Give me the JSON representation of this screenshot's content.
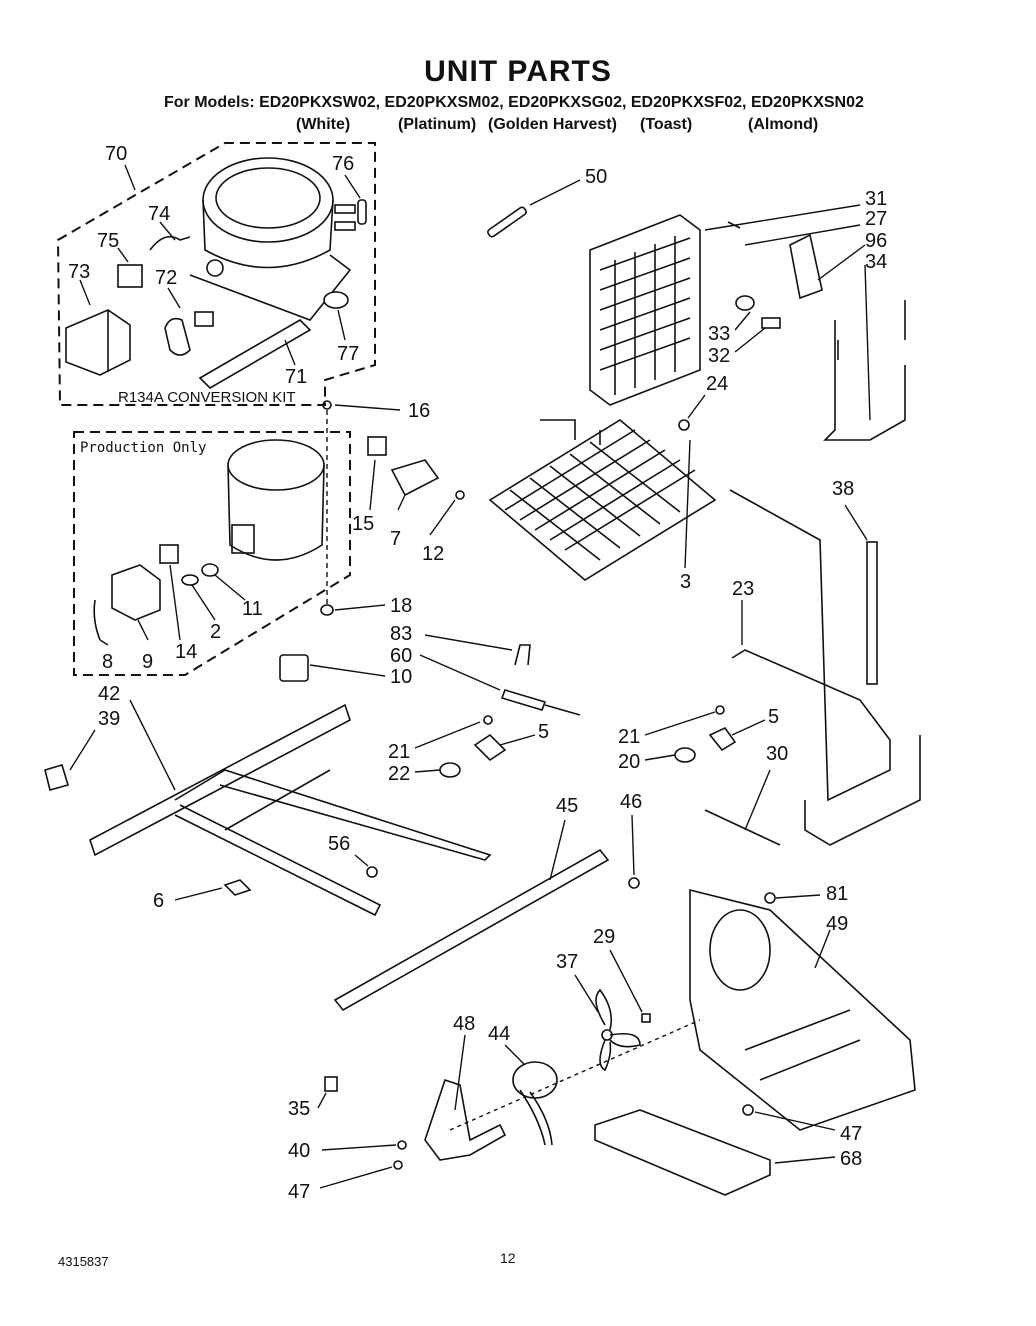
{
  "title": "UNIT PARTS",
  "models_prefix": "For Models:",
  "models": [
    {
      "code": "ED20PKXSW02,",
      "color": "(White)"
    },
    {
      "code": "ED20PKXSM02,",
      "color": "(Platinum)"
    },
    {
      "code": "ED20PKXSG02,",
      "color": "(Golden Harvest)"
    },
    {
      "code": "ED20PKXSF02,",
      "color": "(Toast)"
    },
    {
      "code": "ED20PKXSN02",
      "color": "(Almond)"
    }
  ],
  "kit_label": "R134A CONVERSION KIT",
  "production_label": "Production Only",
  "part_numbers": {
    "p70": "70",
    "p76": "76",
    "p74": "74",
    "p75": "75",
    "p73": "73",
    "p72": "72",
    "p77": "77",
    "p71": "71",
    "p16": "16",
    "p50": "50",
    "p31": "31",
    "p27": "27",
    "p96": "96",
    "p34": "34",
    "p33": "33",
    "p32": "32",
    "p24": "24",
    "p15": "15",
    "p7": "7",
    "p12": "12",
    "p3": "3",
    "p38": "38",
    "p23": "23",
    "p11": "11",
    "p2": "2",
    "p14": "14",
    "p8": "8",
    "p9": "9",
    "p18": "18",
    "p83": "83",
    "p60": "60",
    "p10": "10",
    "p42": "42",
    "p39": "39",
    "p21a": "21",
    "p5a": "5",
    "p22": "22",
    "p21b": "21",
    "p5b": "5",
    "p20": "20",
    "p30": "30",
    "p45": "45",
    "p46": "46",
    "p56": "56",
    "p6": "6",
    "p81": "81",
    "p49": "49",
    "p29": "29",
    "p37": "37",
    "p44": "44",
    "p48": "48",
    "p35": "35",
    "p40": "40",
    "p47a": "47",
    "p47b": "47",
    "p68": "68"
  },
  "footer": {
    "doc_number": "4315837",
    "page_number": "12"
  }
}
